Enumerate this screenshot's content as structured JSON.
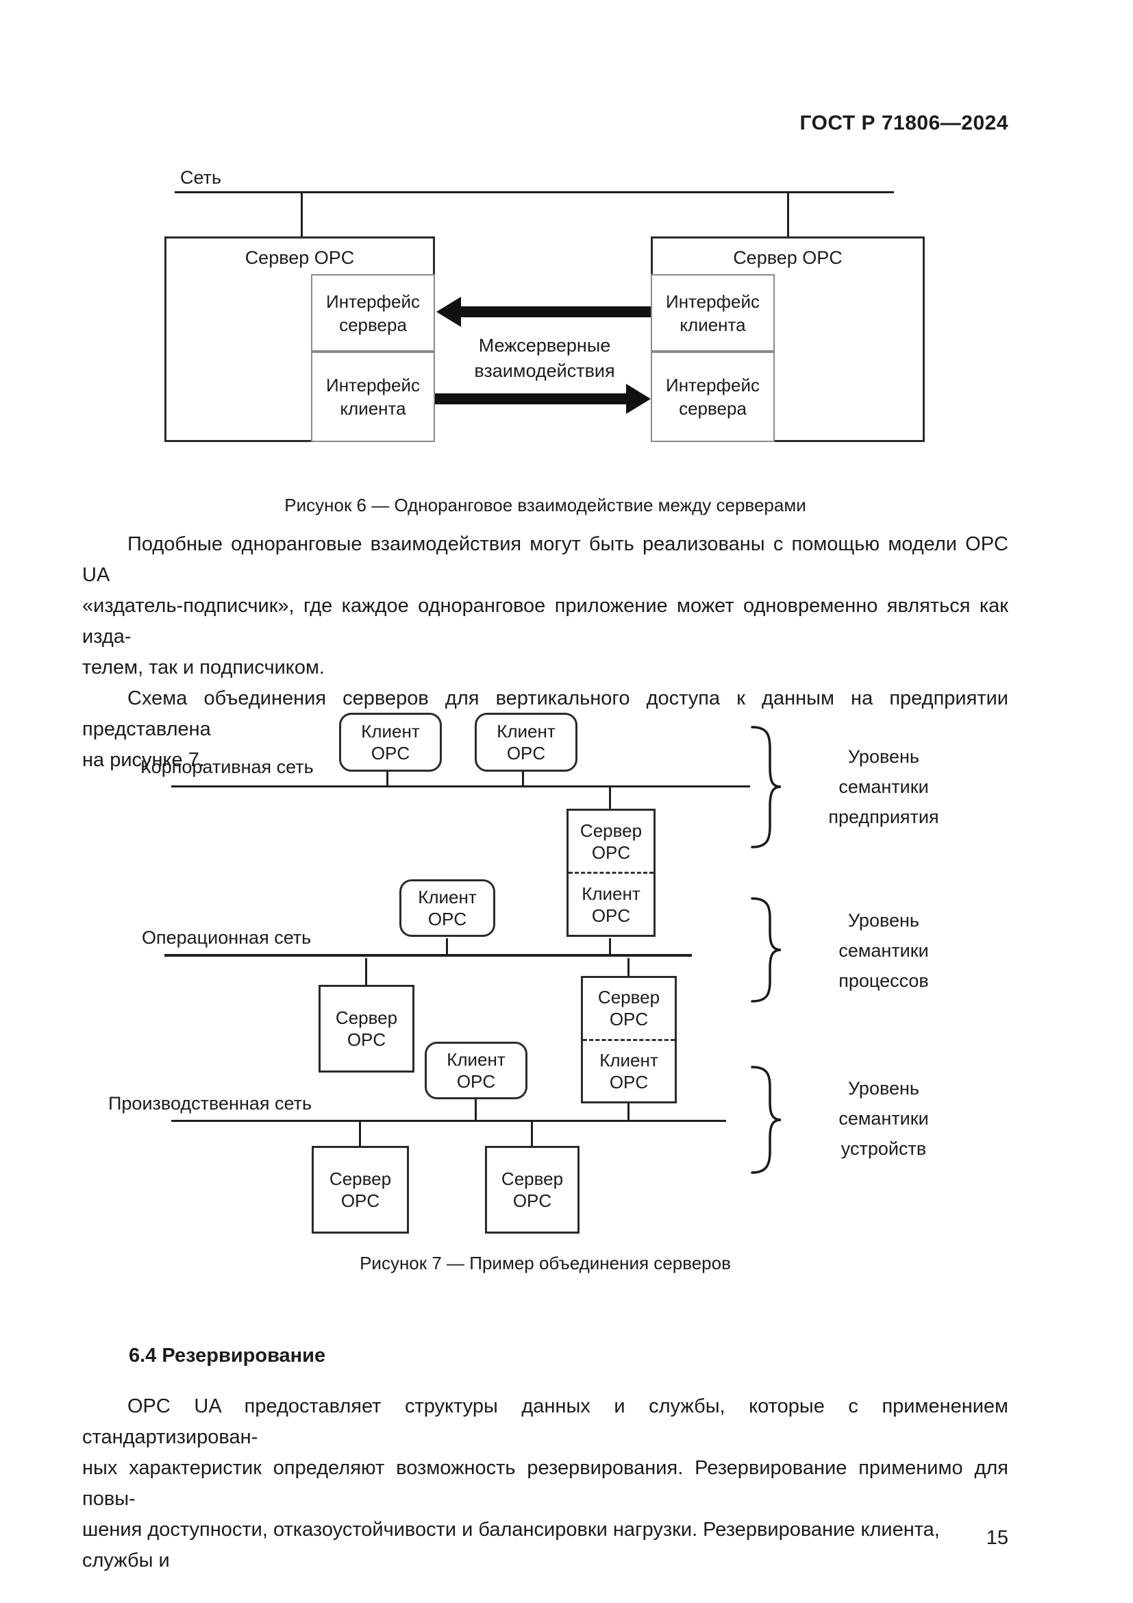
{
  "header": {
    "title": "ГОСТ Р 71806—2024"
  },
  "figure6": {
    "network_label": "Сеть",
    "server_title": "Сервер OPC",
    "iface_server": [
      "Интерфейс",
      "сервера"
    ],
    "iface_client": [
      "Интерфейс",
      "клиента"
    ],
    "center_label": [
      "Межсерверные",
      "взаимодействия"
    ],
    "caption": "Рисунок 6 — Одноранговое взаимодействие между серверами"
  },
  "body": {
    "p1": [
      "Подобные одноранговые взаимодействия могут быть реализованы с помощью модели OPC UA",
      "«издатель-подписчик», где каждое одноранговое приложение может одновременно являться как изда-",
      "телем, так и подписчиком."
    ],
    "p2": [
      "Схема объединения серверов для вертикального доступа к данным на предприятии представлена",
      "на рисунке 7."
    ],
    "section_heading": "6.4 Резервирование",
    "p3": [
      "OPC UA предоставляет структуры данных и службы, которые с применением стандартизирован-",
      "ных характеристик определяют возможность резервирования.  Резервирование применимо для повы-",
      "шения доступности, отказоустойчивости и балансировки нагрузки. Резервирование клиента, службы и"
    ]
  },
  "figure7": {
    "labels": {
      "client": [
        "Клиент",
        "OPC"
      ],
      "server": [
        "Сервер",
        "OPC"
      ]
    },
    "networks": {
      "corporate": "Корпоративная сеть",
      "operational": "Операционная сеть",
      "production": "Производственная сеть"
    },
    "levels": {
      "enterprise": [
        "Уровень",
        "семантики",
        "предприятия"
      ],
      "process": [
        "Уровень",
        "семантики",
        "процессов"
      ],
      "device": [
        "Уровень",
        "семантики",
        "устройств"
      ]
    },
    "caption": "Рисунок 7 — Пример объединения серверов"
  },
  "footer": {
    "page_number": "15"
  }
}
